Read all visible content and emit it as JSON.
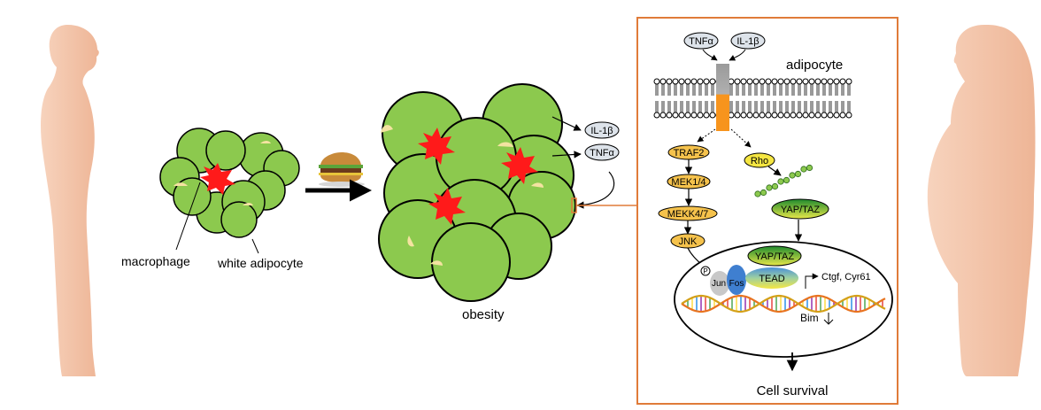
{
  "labels": {
    "macrophage": "macrophage",
    "white_adipocyte": "white adipocyte",
    "obesity": "obesity",
    "adipocyte": "adipocyte",
    "cell_survival": "Cell survival"
  },
  "cytokines": {
    "il1b": "IL-1β",
    "tnfa": "TNFα"
  },
  "pathway": {
    "traf2": "TRAF2",
    "mek14": "MEK1/4",
    "mekk47": "MEKK4/7",
    "jnk": "JNK",
    "rho": "Rho",
    "yap_taz": "YAP/TAZ",
    "nuclear_yap_taz": "YAP/TAZ",
    "phospho": "P",
    "jun": "Jun",
    "fos": "Fos",
    "tead": "TEAD",
    "target_genes": "Ctgf, Cyr61",
    "bim": "Bim"
  },
  "colors": {
    "adipocyte_green": "#8cc94e",
    "macrophage_red": "#ff1a1a",
    "pathway_orange": "#f5c24c",
    "receptor_orange": "#f7941d",
    "panel_border": "#e07b39",
    "silhouette": "#f2c2a6"
  }
}
